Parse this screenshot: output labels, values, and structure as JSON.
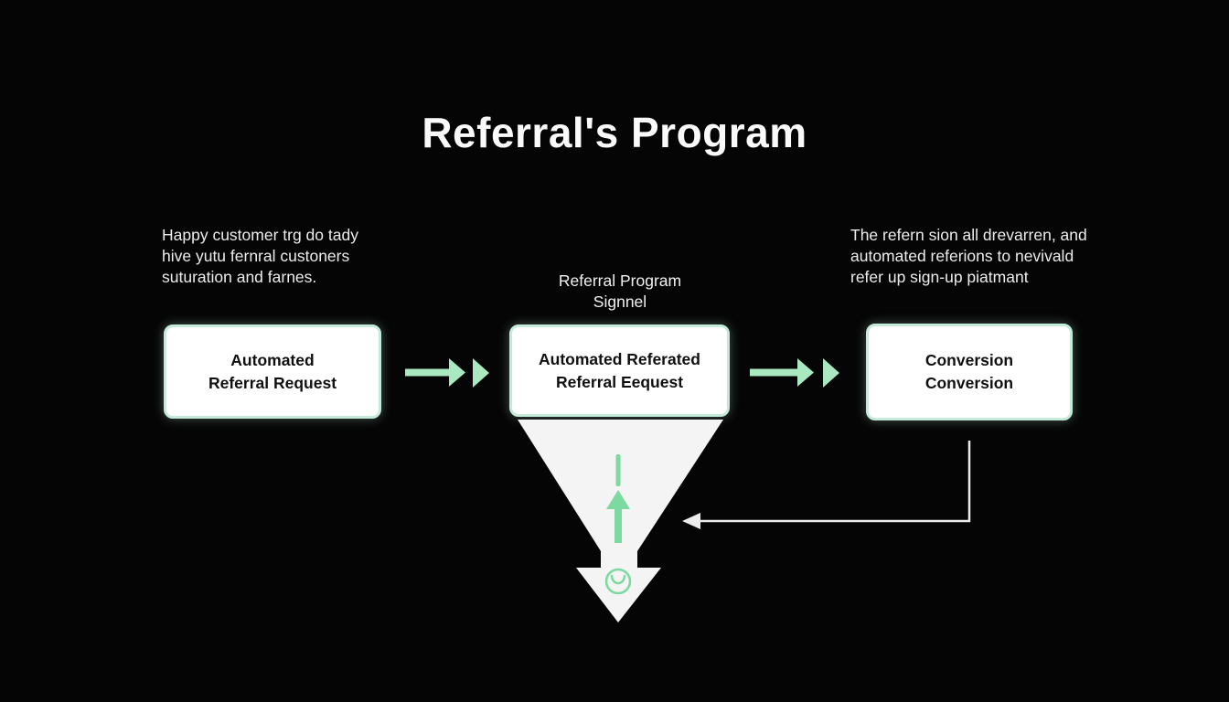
{
  "title": "Referral's Program",
  "annotations": {
    "left_note": {
      "lines": [
        "Happy customer trg do tady",
        "hive yutu fernral custoners",
        "suturation and farnes."
      ]
    },
    "center_label": {
      "lines": [
        "Referral Program",
        "Signnel"
      ]
    },
    "right_note": {
      "lines": [
        "The refern sion all drevarren, and",
        "automated referions to nevivald",
        "refer up sign-up piatmant"
      ]
    }
  },
  "boxes": [
    {
      "lines": [
        "Automated",
        "Referral Request"
      ]
    },
    {
      "lines": [
        "Automated Referated",
        "Referral Eequest"
      ]
    },
    {
      "lines": [
        "Conversion",
        "Conversion"
      ]
    }
  ],
  "icons": {
    "flow_arrow": "green-right-arrow-icon",
    "flow_arrowhead": "green-play-triangle-icon",
    "funnel": "white-down-arrow-funnel-icon",
    "up_arrow": "green-up-arrow-icon",
    "dash": "green-dash-icon",
    "loop": "green-loop-circle-icon",
    "feedback_arrow": "white-left-elbow-arrow-icon"
  },
  "colors": {
    "background": "#050505",
    "box_fill": "#ffffff",
    "box_border": "#c4ead9",
    "box_text": "#101010",
    "arrow_green": "#a9e8c0",
    "funnel_fill": "#f3f4f3",
    "funnel_green": "#7cd9a0",
    "connector_white": "#ececec",
    "note_text": "#ededed",
    "title_color": "#fafafa"
  }
}
